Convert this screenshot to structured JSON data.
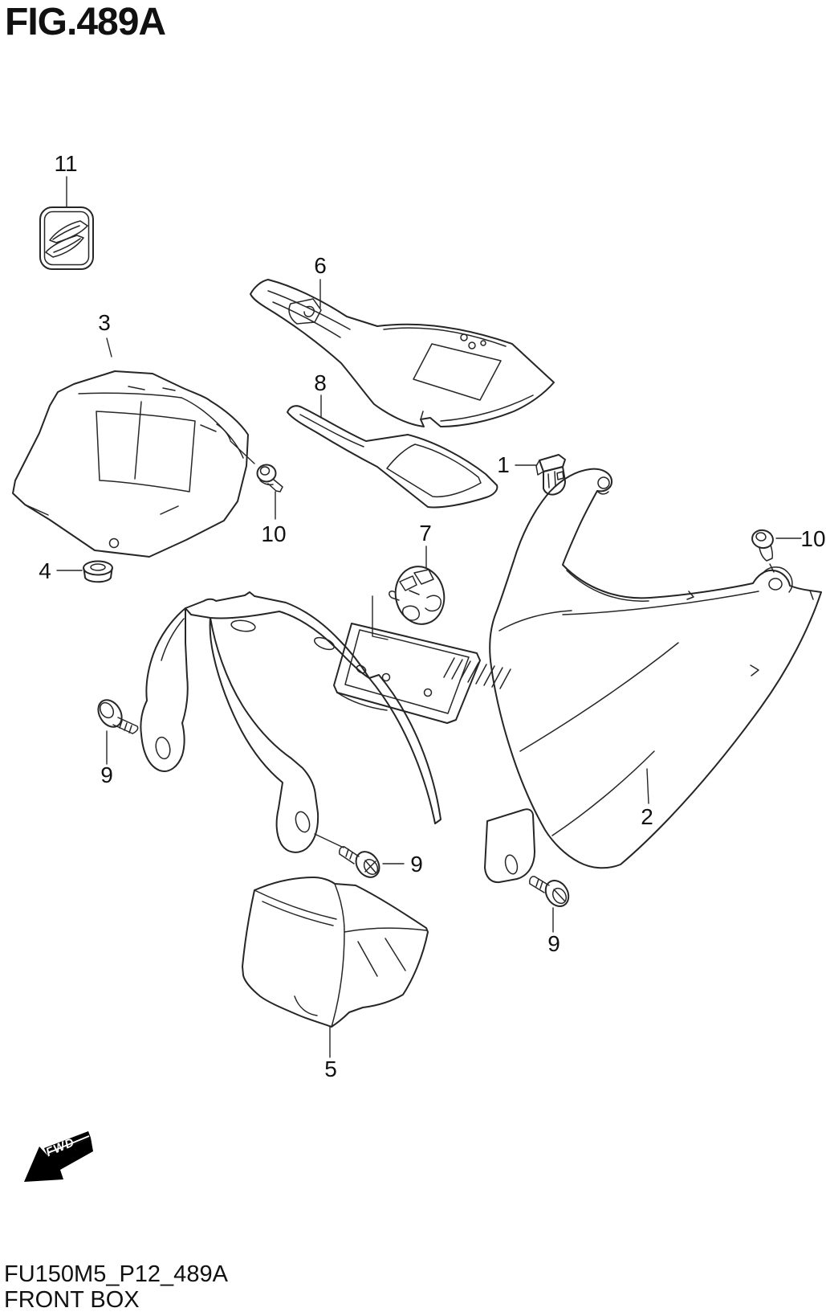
{
  "figure": {
    "title": "FIG.489A",
    "code": "FU150M5_P12_489A",
    "caption": "FRONT BOX",
    "fwd_label": "FWD"
  },
  "colors": {
    "background": "#ffffff",
    "line": "#262626",
    "text": "#111111",
    "fwd_background": "#000000",
    "fwd_text": "#ffffff"
  },
  "callouts": [
    {
      "ref": "11"
    },
    {
      "ref": "3"
    },
    {
      "ref": "6"
    },
    {
      "ref": "8"
    },
    {
      "ref": "1"
    },
    {
      "ref": "10"
    },
    {
      "ref": "10"
    },
    {
      "ref": "4"
    },
    {
      "ref": "7"
    },
    {
      "ref": "9"
    },
    {
      "ref": "9"
    },
    {
      "ref": "2"
    },
    {
      "ref": "9"
    },
    {
      "ref": "5"
    }
  ]
}
